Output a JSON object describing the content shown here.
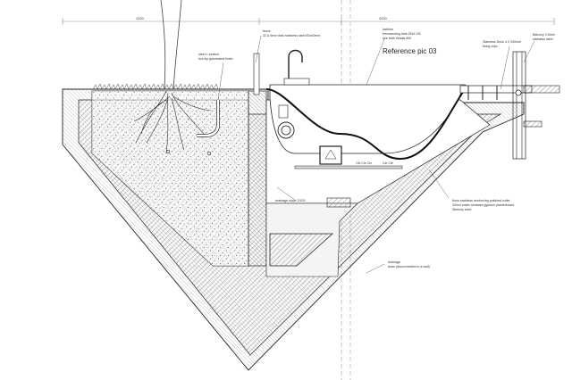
{
  "dimensions": {
    "left": "1000",
    "right": "3000"
  },
  "labels": {
    "fence": [
      "fence",
      "32 & 6mm flats stainless steel 80x40mm"
    ],
    "bath": [
      "bathtub",
      "freestanding bath DN4 CM",
      "see bath details 800"
    ],
    "steel_section": [
      "steel L-section",
      "hot-dip galvanised finish"
    ],
    "reference": "Reference pic 03",
    "right_top": [
      "Balcony 3.5mm",
      "stainless steel"
    ],
    "right_mid": [
      "Stainless Deck 4 X 200mm",
      "fixing clips"
    ],
    "drainage_slope": "drainage slope 2/100",
    "pit": [
      "6mm stainless reinforcing polished white",
      "30mm water-resistant gypsum plasterboard",
      "Sketchy steel"
    ],
    "drainage": [
      "drainage",
      "drain (disconnected to a wall)"
    ],
    "boxes": [
      "Cle Cle Cle",
      "Cle Cle"
    ]
  },
  "colors": {
    "line": "#222222",
    "hatch": "#6a6a6a",
    "soil_dot": "#555555",
    "dim_line": "#8a8a8a"
  }
}
